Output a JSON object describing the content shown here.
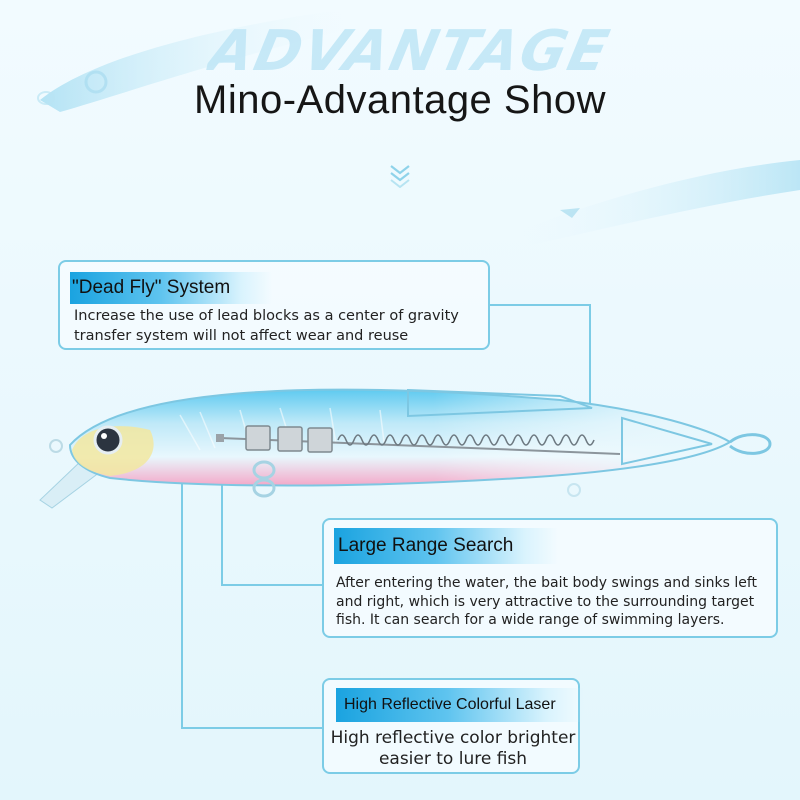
{
  "watermark": {
    "text": "ADVANTAGE"
  },
  "header": {
    "title": "Mino-Advantage Show"
  },
  "features": [
    {
      "tag": "\"Dead Fly\" System",
      "description": "Increase the use of lead blocks as a center of gravity transfer system will not affect wear and reuse"
    },
    {
      "tag": "Large Range Search",
      "description": "After entering the water, the bait body swings and sinks left and right, which is very attractive to the surrounding target fish. It can search for a wide range of swimming layers."
    },
    {
      "tag": "High Reflective Colorful Laser",
      "description_lines": [
        "High reflective color brighter",
        "easier to lure fish"
      ]
    }
  ],
  "colors": {
    "accent": "#1aa3e0",
    "card_border": "#7ccce6",
    "connector": "#7ccce6",
    "lure_body": "#cfeefb",
    "lure_back": "#6fd0f0",
    "lure_belly": "#f4a8c8",
    "lure_head": "#f2e8a0"
  },
  "icons": [
    "chevron-double-down-icon"
  ]
}
